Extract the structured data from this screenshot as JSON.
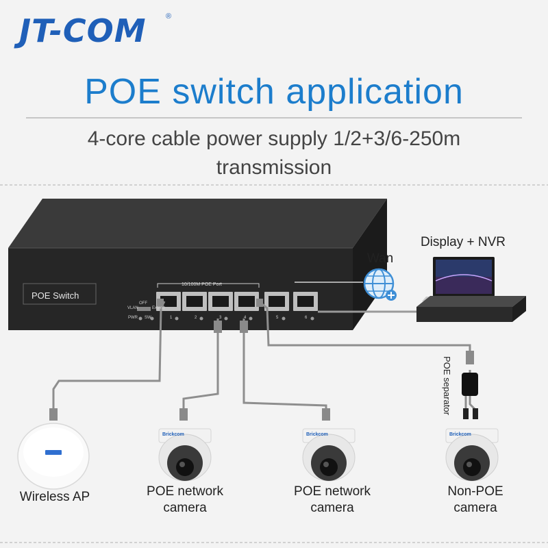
{
  "brand": {
    "name": "JT-COM",
    "registered": "®"
  },
  "title": "POE switch application",
  "subtitle_line1": "4-core cable power supply 1/2+3/6-250m",
  "subtitle_line2": "transmission",
  "switch": {
    "label": "POE Switch",
    "port_group_label": "10/100M POE Port",
    "port_numbers": [
      "1",
      "2",
      "3",
      "4",
      "5",
      "6"
    ],
    "pwr": "PWR",
    "sw": "SW",
    "off": "OFF",
    "vlan": "VLAN",
    "extend": "Extend"
  },
  "nodes": {
    "wan": "Wan",
    "display_nvr": "Display + NVR",
    "poe_separator": "POE separator",
    "wireless_ap": "Wireless AP",
    "poe_camera_1_line1": "POE network",
    "poe_camera_1_line2": "camera",
    "poe_camera_2_line1": "POE network",
    "poe_camera_2_line2": "camera",
    "non_poe_camera_line1": "Non-POE",
    "non_poe_camera_line2": "camera"
  },
  "camera_brand": "Brickcom",
  "colors": {
    "brand": "#1f5fb8",
    "title": "#1c7dcc",
    "cable": "#9a9a9a",
    "switch_body": "#2a2a2a"
  }
}
